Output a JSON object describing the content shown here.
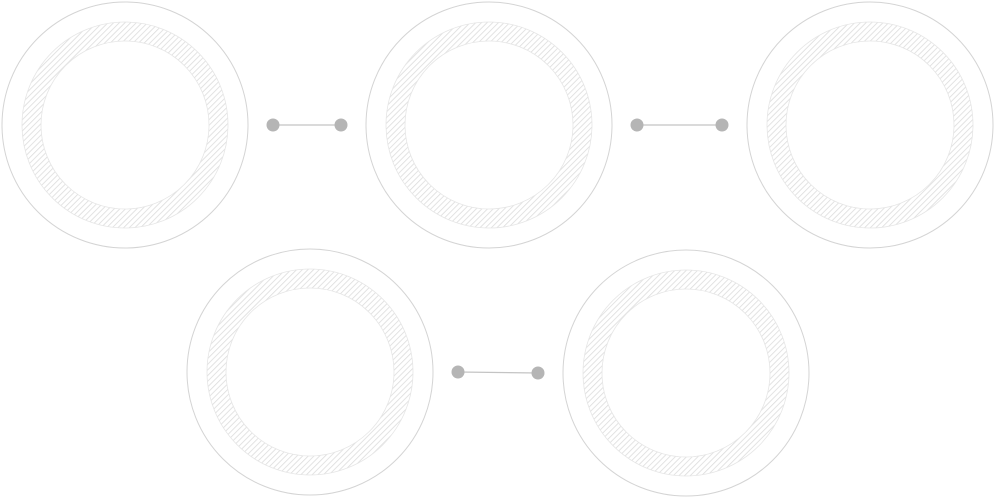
{
  "diagram": {
    "nodes": [
      {
        "id": "node-1"
      },
      {
        "id": "node-2"
      },
      {
        "id": "node-3"
      },
      {
        "id": "node-4"
      },
      {
        "id": "node-5"
      }
    ],
    "connectors": [
      {
        "from": "node-1",
        "to": "node-2"
      },
      {
        "from": "node-2",
        "to": "node-3"
      },
      {
        "from": "node-4",
        "to": "node-5"
      }
    ]
  },
  "colors": {
    "background": "#ffffff",
    "outer_ring": "#d4d4d4",
    "hatch_band": "#dedede",
    "inner_ring": "#e6e6e6",
    "connector_line": "#c4c4c4",
    "connector_dot": "#b5b5b5"
  }
}
